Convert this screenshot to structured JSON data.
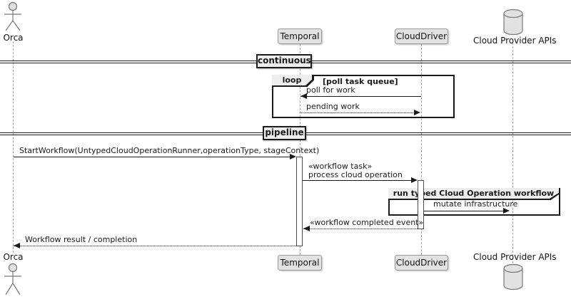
{
  "participants": {
    "orca": "Orca",
    "temporal": "Temporal",
    "clouddriver": "CloudDriver",
    "cloud_apis": "Cloud Provider APIs"
  },
  "dividers": {
    "continuous": "continuous",
    "pipeline": "pipeline"
  },
  "fragments": {
    "loop": {
      "operator": "loop",
      "guard": "[poll task queue]"
    },
    "group": {
      "label": "run typed Cloud Operation workflow"
    }
  },
  "messages": {
    "poll_for_work": "poll for work",
    "pending_work": "pending work",
    "start_workflow": "StartWorkflow(UntypedCloudOperationRunner,operationType, stageContext)",
    "workflow_task_stereotype": "«workflow task»",
    "workflow_task": "process cloud operation",
    "mutate_infrastructure": "mutate infrastructure",
    "workflow_completed_event": "«workflow completed event»",
    "workflow_result": "Workflow result / completion"
  },
  "colors": {
    "participant_fill": "#E2E2E2",
    "participant_border": "#999999",
    "fragment_border": "#1B1B1B",
    "fragment_header_fill": "#EEEEEE",
    "lifeline": "#A6A6A6",
    "message": "#1B1B1B",
    "background": "#FFFFFF"
  }
}
